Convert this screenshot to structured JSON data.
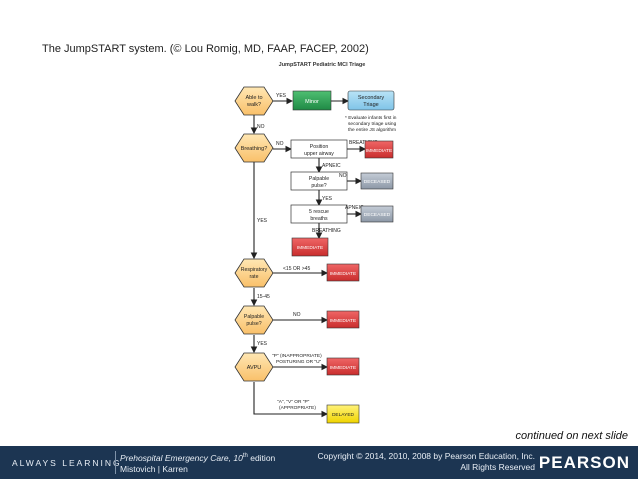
{
  "caption": "The JumpSTART system. (© Lou Romig, MD, FAAP, FACEP, 2002)",
  "diagram": {
    "title": "JumpSTART Pediatric MCI Triage",
    "nodes": {
      "able_walk": [
        "Able to",
        "walk?"
      ],
      "minor": "Minor",
      "secondary": [
        "Secondary",
        "Triage"
      ],
      "note": [
        "* Evaluate infants first in",
        "secondary triage using",
        "the entire JS algorithm"
      ],
      "breathing": "Breathing?",
      "position": [
        "Position",
        "upper airway"
      ],
      "immediate": "IMMEDIATE",
      "deceased": "DECEASED",
      "palpable1": [
        "Palpable",
        "pulse?"
      ],
      "rescue": [
        "5 rescue",
        "breaths"
      ],
      "resp_rate": [
        "Respiratory",
        "rate"
      ],
      "palpable2": [
        "Palpable",
        "pulse?"
      ],
      "avpu": "AVPU",
      "delayed": "DELAYED"
    },
    "labels": {
      "yes": "YES",
      "no": "NO",
      "breathing": "BREATHING",
      "apneic": "APNEIC",
      "rate_out": "<15 OR >45",
      "rate_in": "15-45",
      "avpu_p": [
        "\"P\" (INAPPROPRIATE)",
        "POSTURING OR \"U\""
      ],
      "avpu_a": [
        "\"A\", \"V\" OR \"P\"",
        "(APPROPRIATE)"
      ]
    }
  },
  "continued": "continued on next slide",
  "footer": {
    "always_learning": "ALWAYS LEARNING",
    "book_title": "Prehospital Emergency Care, 10",
    "book_sup": "th",
    "book_edition": " edition",
    "authors": "Mistovich | Karren",
    "copyright": "Copyright © 2014, 2010, 2008 by Pearson Education, Inc.",
    "rights": "All Rights Reserved",
    "brand": "PEARSON"
  }
}
